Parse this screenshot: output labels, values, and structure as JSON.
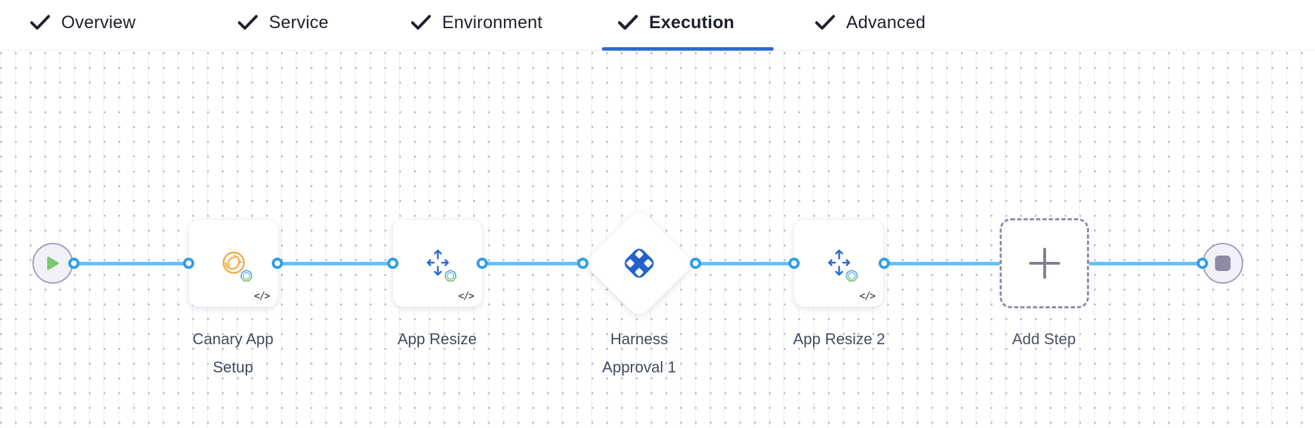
{
  "header": {
    "tabs": [
      {
        "label": "Overview",
        "checked": true,
        "active": false
      },
      {
        "label": "Service",
        "checked": true,
        "active": false
      },
      {
        "label": "Environment",
        "checked": true,
        "active": false
      },
      {
        "label": "Execution",
        "checked": true,
        "active": true
      },
      {
        "label": "Advanced",
        "checked": true,
        "active": false
      }
    ]
  },
  "pipeline": {
    "nodes": [
      {
        "type": "start",
        "icon": "play-icon"
      },
      {
        "type": "step",
        "label": "Canary App Setup",
        "icon": "canary-bird-icon",
        "code_badge": "</>"
      },
      {
        "type": "step",
        "label": "App Resize",
        "icon": "resize-arrows-icon",
        "code_badge": "</>"
      },
      {
        "type": "approval",
        "label": "Harness Approval 1",
        "icon": "harness-logo-icon"
      },
      {
        "type": "step",
        "label": "App Resize 2",
        "icon": "resize-arrows-icon",
        "code_badge": "</>"
      },
      {
        "type": "add",
        "label": "Add Step",
        "icon": "plus-icon"
      },
      {
        "type": "end",
        "icon": "stop-icon"
      }
    ]
  },
  "colors": {
    "active_tab_underline": "#2e6ac9",
    "flow_line": "#62c2f7",
    "connector_ring": "#2f9ee9",
    "harness_blue": "#2262c9",
    "resize_arrow_blue": "#2b69d4",
    "canary_orange": "#f2a73e",
    "play_green": "#7cc96d",
    "stop_gray": "#8e8aa8",
    "label_text": "#454a5c"
  }
}
